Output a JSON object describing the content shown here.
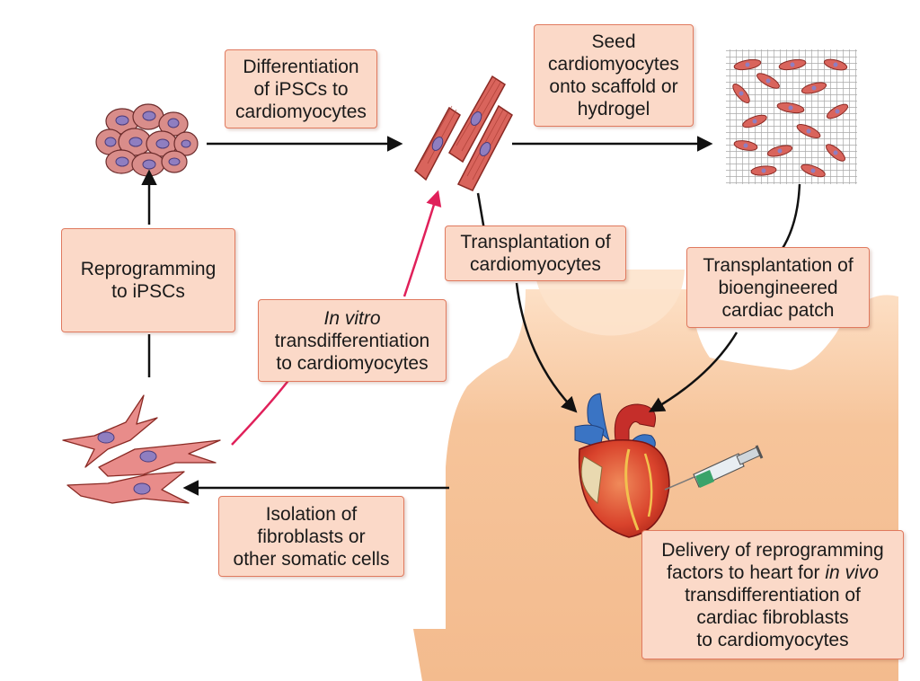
{
  "labels": {
    "differentiation": [
      "Differentiation",
      "of iPSCs to",
      "cardiomyocytes"
    ],
    "seed": [
      "Seed",
      "cardiomyocytes",
      "onto scaffold or",
      "hydrogel"
    ],
    "reprogramming": [
      "Reprogramming",
      "to iPSCs"
    ],
    "transplant_cardio": [
      "Transplantation of",
      "cardiomyocytes"
    ],
    "transplant_patch": [
      "Transplantation of",
      "bioengineered",
      "cardiac patch"
    ],
    "invitro": {
      "italic": "In vitro",
      "rest": [
        "transdifferentiation",
        "to cardiomyocytes"
      ]
    },
    "isolation": [
      "Isolation of",
      "fibroblasts or",
      "other somatic cells"
    ],
    "delivery": {
      "line1": "Delivery of reprogramming",
      "line2_pre": "factors to heart for ",
      "line2_italic": "in vivo",
      "rest": [
        "transdifferentiation of",
        "cardiac fibroblasts",
        "to cardiomyocytes"
      ]
    }
  },
  "colors": {
    "box_fill": "#fbd9c8",
    "box_border": "#e07a5f",
    "arrow_black": "#111111",
    "arrow_red": "#e0205a",
    "skin": "#f6c49a",
    "cell": "#d96a63",
    "nucleus": "#8a6bb0"
  }
}
